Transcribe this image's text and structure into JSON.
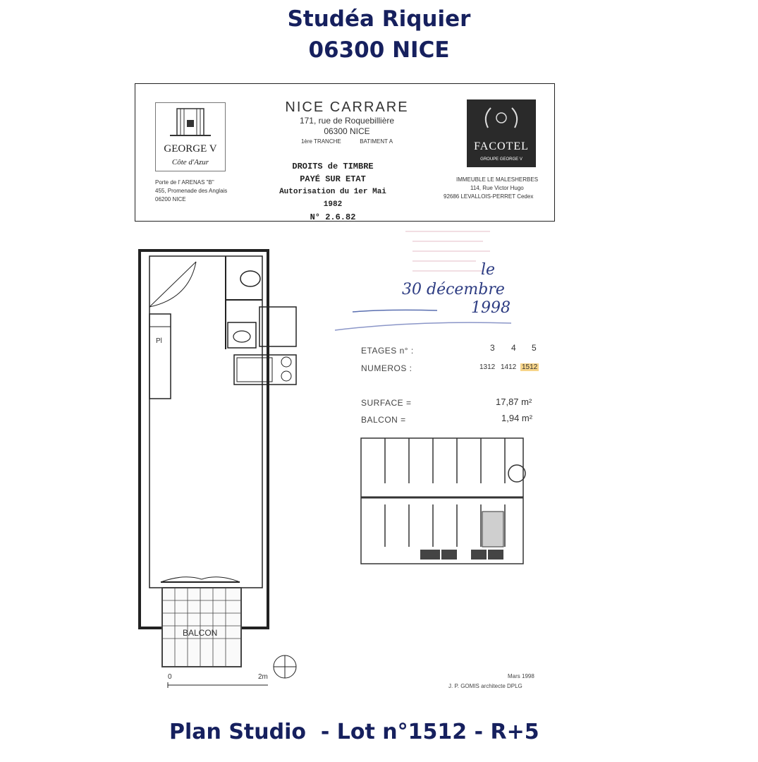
{
  "title": {
    "line1": "Studéa Riquier",
    "line2": "06300 NICE"
  },
  "footer": "Plan Studio  - Lot n°1512 - R+5",
  "header": {
    "left_logo": {
      "name": "GEORGE V",
      "sub": "Côte d'Azur",
      "address": [
        "Porte de l' ARENAS \"B\"",
        "455, Promenade des Anglais",
        "06200 NICE"
      ]
    },
    "center": {
      "title": "NICE CARRARE",
      "address1": "171, rue de Roquebillière",
      "address2": "06300 NICE",
      "tranche": "1ère TRANCHE",
      "batiment": "BATIMENT A"
    },
    "stamp": [
      "DROITS de TIMBRE",
      "PAYÉ SUR ETAT",
      "Autorisation du 1er Mai 1982",
      "N° 2.6.82"
    ],
    "right_logo": {
      "name": "FACOTEL",
      "sub": "GROUPE GEORGE V",
      "address": [
        "IMMEUBLE LE MALESHERBES",
        "114, Rue Victor Hugo",
        "92686 LEVALLOIS-PERRET Cedex"
      ]
    }
  },
  "handwriting": {
    "line1": "le",
    "line2": "30 décembre",
    "line3": "1998"
  },
  "info": {
    "etages_label": "ETAGES n° :",
    "etages": [
      "3",
      "4",
      "5"
    ],
    "numeros_label": "NUMEROS :",
    "numeros": [
      "1312",
      "1412",
      "1512"
    ],
    "surface_label": "SURFACE =",
    "surface_value": "17,87 m²",
    "balcon_label": "BALCON =",
    "balcon_value": "1,94 m²"
  },
  "plan": {
    "room_label_pl": "Pl",
    "room_label_balcon": "BALCON",
    "scale_zero": "0",
    "scale_end": "2m"
  },
  "signature": {
    "date": "Mars 1998",
    "architect": "J. P. GOMIS    architecte DPLG"
  },
  "colors": {
    "title_blue": "#16205e",
    "highlight": "#f7d58a"
  }
}
